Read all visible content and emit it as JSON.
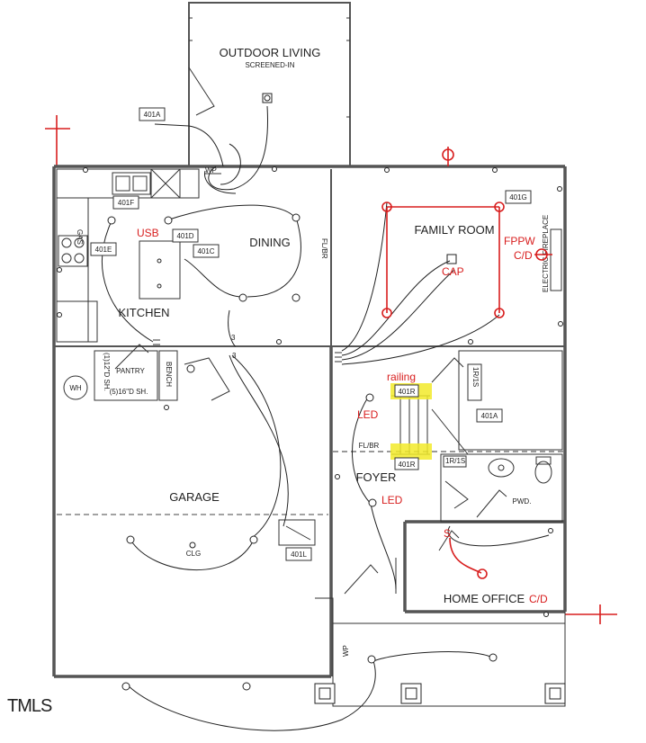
{
  "rooms": {
    "outdoor_living": "OUTDOOR LIVING",
    "outdoor_sub": "SCREENED-IN",
    "family_room": "FAMILY ROOM",
    "dining": "DINING",
    "kitchen": "KITCHEN",
    "garage": "GARAGE",
    "foyer": "FOYER",
    "home_office": "HOME OFFICE",
    "pantry": "PANTRY",
    "pwd": "PWD.",
    "bench": "BENCH",
    "wh": "WH",
    "shelf_12": "(1)12\"D SH.",
    "shelf_16": "(5)16\"D SH.",
    "fireplace": "ELECTRIC FIREPLACE",
    "clg": "CLG",
    "fl_br": "FL/BR",
    "fl_br2": "FL/BR",
    "wp": "WP",
    "wp2": "WP",
    "gas": "GAS",
    "r_s": "1R/1S",
    "r_s2": "1R/1S"
  },
  "tags": {
    "t401A_top": "401A",
    "t401F": "401F",
    "t401D": "401D",
    "t401C": "401C",
    "t401E": "401E",
    "t401G": "401G",
    "t401R_top": "401R",
    "t401R_bot": "401R",
    "t401A_mid": "401A",
    "t401L": "401L"
  },
  "annotations": {
    "usb": "USB",
    "cap": "CAP",
    "fppw": "FPPW",
    "cd_family": "C/D",
    "railing": "railing",
    "led_top": "LED",
    "led_bottom": "LED",
    "cd_office": "C/D"
  },
  "small_text": {
    "three_a": "3",
    "three_b": "3",
    "s_switch": "S"
  },
  "logo": "TMLS",
  "colors": {
    "annotation": "#d81e1e",
    "highlight": "#f2ea2a",
    "wall": "#555555"
  }
}
